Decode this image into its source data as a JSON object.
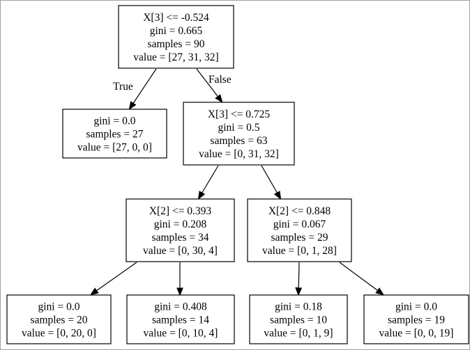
{
  "diagram": {
    "nodes": [
      {
        "id": "n0",
        "lines": [
          "X[3] <= -0.524",
          "gini = 0.665",
          "samples = 90",
          "value = [27, 31, 32]"
        ]
      },
      {
        "id": "n1",
        "lines": [
          "gini = 0.0",
          "samples = 27",
          "value = [27, 0, 0]"
        ]
      },
      {
        "id": "n2",
        "lines": [
          "X[3] <= 0.725",
          "gini = 0.5",
          "samples = 63",
          "value = [0, 31, 32]"
        ]
      },
      {
        "id": "n3",
        "lines": [
          "X[2] <= 0.393",
          "gini = 0.208",
          "samples = 34",
          "value = [0, 30, 4]"
        ]
      },
      {
        "id": "n4",
        "lines": [
          "X[2] <= 0.848",
          "gini = 0.067",
          "samples = 29",
          "value = [0, 1, 28]"
        ]
      },
      {
        "id": "n5",
        "lines": [
          "gini = 0.0",
          "samples = 20",
          "value = [0, 20, 0]"
        ]
      },
      {
        "id": "n6",
        "lines": [
          "gini = 0.408",
          "samples = 14",
          "value = [0, 10, 4]"
        ]
      },
      {
        "id": "n7",
        "lines": [
          "gini = 0.18",
          "samples = 10",
          "value = [0, 1, 9]"
        ]
      },
      {
        "id": "n8",
        "lines": [
          "gini = 0.0",
          "samples = 19",
          "value = [0, 0, 19]"
        ]
      }
    ],
    "edges": [
      {
        "from": "n0",
        "to": "n1",
        "label": "True"
      },
      {
        "from": "n0",
        "to": "n2",
        "label": "False"
      },
      {
        "from": "n2",
        "to": "n3",
        "label": ""
      },
      {
        "from": "n2",
        "to": "n4",
        "label": ""
      },
      {
        "from": "n3",
        "to": "n5",
        "label": ""
      },
      {
        "from": "n3",
        "to": "n6",
        "label": ""
      },
      {
        "from": "n4",
        "to": "n7",
        "label": ""
      },
      {
        "from": "n4",
        "to": "n8",
        "label": ""
      }
    ]
  }
}
